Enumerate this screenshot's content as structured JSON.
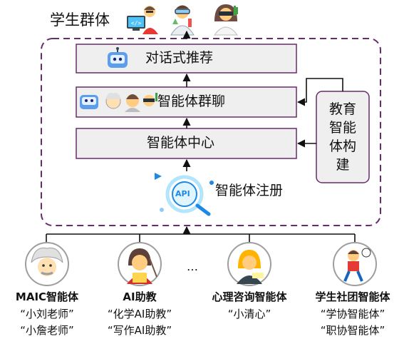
{
  "title": "学生群体",
  "boxes": {
    "dialog": "对话式推荐",
    "group_chat": "智能体群聊",
    "center": "智能体中心",
    "register": "智能体注册",
    "education_lines": [
      "教育",
      "智能",
      "体构",
      "建"
    ]
  },
  "api_badge": "API",
  "ellipsis": "…",
  "agents": [
    {
      "name": "MAIC智能体",
      "examples": [
        "“小刘老师”",
        "“小詹老师”"
      ]
    },
    {
      "name": "AI助教",
      "examples": [
        "“化学AI助教”",
        "“写作AI助教”"
      ]
    },
    {
      "name": "心理咨询智能体",
      "examples": [
        "“小清心”"
      ]
    },
    {
      "name": "学生社团智能体",
      "examples": [
        "“学协智能体”",
        "“职协智能体”"
      ]
    }
  ],
  "colors": {
    "dashed_border": "#6a2a6e",
    "box_border": "#6a2a6e",
    "box_fill": "#efefef",
    "arrow": "#111111",
    "api_accent": "#1e88e5"
  },
  "icons": [
    "student-coder-icon",
    "student-scientist-icon",
    "student-vr-icon",
    "robot-icon",
    "einstein-icon",
    "teacher-icon",
    "psychologist-icon",
    "athlete-icon",
    "api-icon"
  ]
}
